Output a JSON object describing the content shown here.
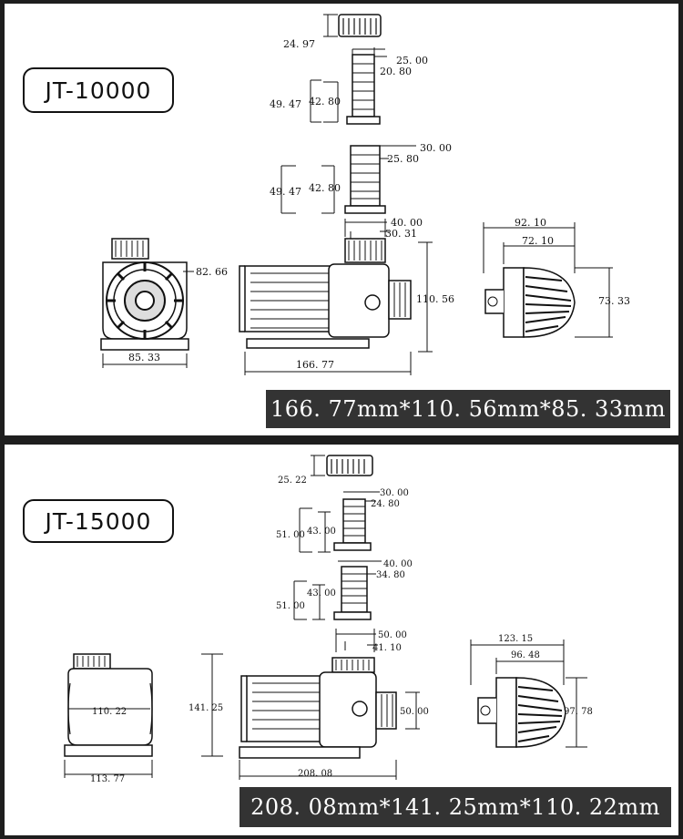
{
  "models": [
    {
      "name": "JT-10000",
      "overall_dimensions": "166. 77mm*110. 56mm*85. 33mm",
      "labels": {
        "cap_height": "24. 97",
        "fitting1_outer": "25. 00",
        "fitting1_inner": "20. 80",
        "fitting1_length": "49. 47",
        "fitting1_body": "42. 80",
        "fitting2_outer": "30. 00",
        "fitting2_inner": "25. 80",
        "fitting2_length": "49. 47",
        "fitting2_body": "42. 80",
        "outlet_outer": "40. 00",
        "outlet_inner": "30. 31",
        "front_diameter": "82. 66",
        "front_width": "85. 33",
        "side_height": "110. 56",
        "side_length": "166. 77",
        "top_width": "92. 10",
        "top_inner": "72. 10",
        "top_height": "73. 33"
      }
    },
    {
      "name": "JT-15000",
      "overall_dimensions": "208. 08mm*141. 25mm*110. 22mm",
      "labels": {
        "cap_height": "25. 22",
        "fitting1_outer": "30. 00",
        "fitting1_inner": "24. 80",
        "fitting1_length": "51. 00",
        "fitting1_body": "43. 00",
        "fitting2_outer": "40. 00",
        "fitting2_inner": "34. 80",
        "fitting2_length": "51. 00",
        "fitting2_body": "43. 00",
        "outlet_outer": "50. 00",
        "outlet_inner": "41. 10",
        "front_diameter": "110. 22",
        "front_width": "113. 77",
        "side_height": "141. 25",
        "side_length": "208. 08",
        "side_outlet": "50. 00",
        "top_width": "123. 15",
        "top_inner": "96. 48",
        "top_height": "97. 78"
      }
    }
  ]
}
